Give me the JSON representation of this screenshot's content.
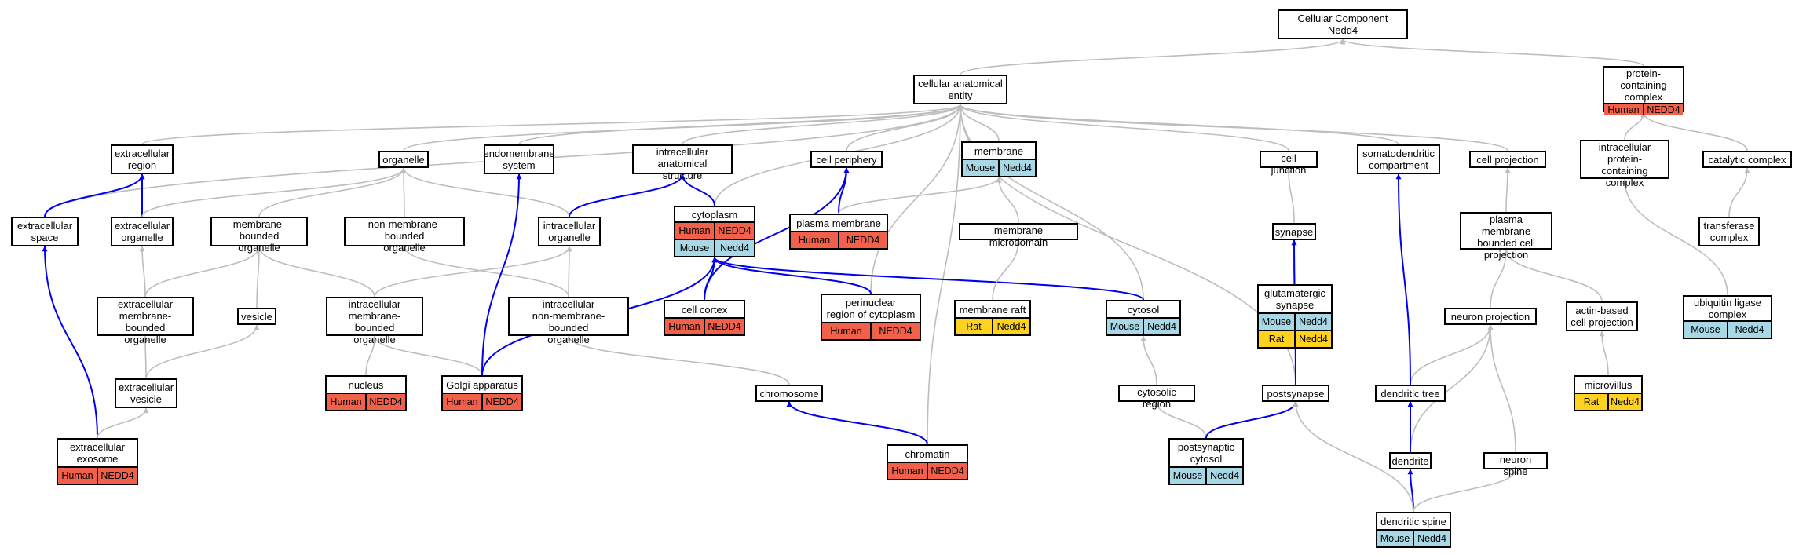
{
  "colors": {
    "is_a_edge": "#bdbdbd",
    "part_of_edge": "#0000ee",
    "human_badge": "#f0604a",
    "mouse_badge": "#a8d8e6",
    "rat_badge": "#ffd21f"
  },
  "nodes": [
    {
      "id": "root",
      "lines": [
        "Cellular Component",
        "Nedd4"
      ]
    },
    {
      "id": "cae",
      "lines": [
        "cellular anatomical",
        "entity"
      ]
    },
    {
      "id": "pcc",
      "lines": [
        "protein-containing",
        "complex"
      ],
      "badges": [
        {
          "sp": "human",
          "label": "Human"
        },
        {
          "sp": "human",
          "label": "NEDD4"
        }
      ]
    },
    {
      "id": "exreg",
      "lines": [
        "extracellular",
        "region"
      ]
    },
    {
      "id": "organelle",
      "lines": [
        "organelle"
      ]
    },
    {
      "id": "endomem",
      "lines": [
        "endomembrane",
        "system"
      ]
    },
    {
      "id": "ias",
      "lines": [
        "intracellular",
        "anatomical structure"
      ]
    },
    {
      "id": "cellper",
      "lines": [
        "cell periphery"
      ]
    },
    {
      "id": "membrane",
      "lines": [
        "membrane"
      ],
      "badges": [
        {
          "sp": "mouse",
          "label": "Mouse"
        },
        {
          "sp": "mouse",
          "label": "Nedd4"
        }
      ]
    },
    {
      "id": "celljunc",
      "lines": [
        "cell junction"
      ]
    },
    {
      "id": "somato",
      "lines": [
        "somatodendritic",
        "compartment"
      ]
    },
    {
      "id": "cellproj",
      "lines": [
        "cell projection"
      ]
    },
    {
      "id": "ipcc",
      "lines": [
        "intracellular",
        "protein-containing",
        "complex"
      ]
    },
    {
      "id": "catcomp",
      "lines": [
        "catalytic complex"
      ]
    },
    {
      "id": "exspace",
      "lines": [
        "extracellular",
        "space"
      ]
    },
    {
      "id": "exorg",
      "lines": [
        "extracellular",
        "organelle"
      ]
    },
    {
      "id": "mbo",
      "lines": [
        "membrane-bounded",
        "organelle"
      ]
    },
    {
      "id": "nmbo",
      "lines": [
        "non-membrane-bounded",
        "organelle"
      ]
    },
    {
      "id": "intorg",
      "lines": [
        "intracellular",
        "organelle"
      ]
    },
    {
      "id": "cytoplasm",
      "lines": [
        "cytoplasm"
      ],
      "badges": [
        {
          "sp": "human",
          "label": "Human"
        },
        {
          "sp": "human",
          "label": "NEDD4"
        }
      ],
      "badges2": [
        {
          "sp": "mouse",
          "label": "Mouse"
        },
        {
          "sp": "mouse",
          "label": "Nedd4"
        }
      ]
    },
    {
      "id": "plasmamem",
      "lines": [
        "plasma membrane"
      ],
      "badges": [
        {
          "sp": "human",
          "label": "Human"
        },
        {
          "sp": "human",
          "label": "NEDD4"
        }
      ]
    },
    {
      "id": "memmicro",
      "lines": [
        "membrane microdomain"
      ]
    },
    {
      "id": "synapse",
      "lines": [
        "synapse"
      ]
    },
    {
      "id": "pmbcp",
      "lines": [
        "plasma membrane",
        "bounded cell",
        "projection"
      ]
    },
    {
      "id": "transf",
      "lines": [
        "transferase",
        "complex"
      ]
    },
    {
      "id": "exmbo",
      "lines": [
        "extracellular",
        "membrane-bounded",
        "organelle"
      ]
    },
    {
      "id": "vesicle",
      "lines": [
        "vesicle"
      ]
    },
    {
      "id": "imbo",
      "lines": [
        "intracellular",
        "membrane-bounded",
        "organelle"
      ]
    },
    {
      "id": "inmbo",
      "lines": [
        "intracellular",
        "non-membrane-bounded",
        "organelle"
      ]
    },
    {
      "id": "cortex",
      "lines": [
        "cell cortex"
      ],
      "badges": [
        {
          "sp": "human",
          "label": "Human"
        },
        {
          "sp": "human",
          "label": "NEDD4"
        }
      ]
    },
    {
      "id": "perinuc",
      "lines": [
        "perinuclear",
        "region of cytoplasm"
      ],
      "badges": [
        {
          "sp": "human",
          "label": "Human"
        },
        {
          "sp": "human",
          "label": "NEDD4"
        }
      ]
    },
    {
      "id": "memraft",
      "lines": [
        "membrane raft"
      ],
      "badges": [
        {
          "sp": "rat",
          "label": "Rat"
        },
        {
          "sp": "rat",
          "label": "Nedd4"
        }
      ]
    },
    {
      "id": "cytosol",
      "lines": [
        "cytosol"
      ],
      "badges": [
        {
          "sp": "mouse",
          "label": "Mouse"
        },
        {
          "sp": "mouse",
          "label": "Nedd4"
        }
      ]
    },
    {
      "id": "glut",
      "lines": [
        "glutamatergic",
        "synapse"
      ],
      "badges": [
        {
          "sp": "mouse",
          "label": "Mouse"
        },
        {
          "sp": "mouse",
          "label": "Nedd4"
        }
      ],
      "badges2": [
        {
          "sp": "rat",
          "label": "Rat"
        },
        {
          "sp": "rat",
          "label": "Nedd4"
        }
      ]
    },
    {
      "id": "neuproj",
      "lines": [
        "neuron projection"
      ]
    },
    {
      "id": "actin",
      "lines": [
        "actin-based",
        "cell projection"
      ]
    },
    {
      "id": "ubiq",
      "lines": [
        "ubiquitin ligase",
        "complex"
      ],
      "badges": [
        {
          "sp": "mouse",
          "label": "Mouse"
        },
        {
          "sp": "mouse",
          "label": "Nedd4"
        }
      ]
    },
    {
      "id": "exves",
      "lines": [
        "extracellular",
        "vesicle"
      ]
    },
    {
      "id": "nucleus",
      "lines": [
        "nucleus"
      ],
      "badges": [
        {
          "sp": "human",
          "label": "Human"
        },
        {
          "sp": "human",
          "label": "NEDD4"
        }
      ]
    },
    {
      "id": "golgi",
      "lines": [
        "Golgi apparatus"
      ],
      "badges": [
        {
          "sp": "human",
          "label": "Human"
        },
        {
          "sp": "human",
          "label": "NEDD4"
        }
      ]
    },
    {
      "id": "chromosome",
      "lines": [
        "chromosome"
      ]
    },
    {
      "id": "cytreg",
      "lines": [
        "cytosolic region"
      ]
    },
    {
      "id": "postsyn",
      "lines": [
        "postsynapse"
      ]
    },
    {
      "id": "dendtree",
      "lines": [
        "dendritic tree"
      ]
    },
    {
      "id": "microv",
      "lines": [
        "microvillus"
      ],
      "badges": [
        {
          "sp": "rat",
          "label": "Rat"
        },
        {
          "sp": "rat",
          "label": "Nedd4"
        }
      ]
    },
    {
      "id": "exo",
      "lines": [
        "extracellular",
        "exosome"
      ],
      "badges": [
        {
          "sp": "human",
          "label": "Human"
        },
        {
          "sp": "human",
          "label": "NEDD4"
        }
      ]
    },
    {
      "id": "chromatin",
      "lines": [
        "chromatin"
      ],
      "badges": [
        {
          "sp": "human",
          "label": "Human"
        },
        {
          "sp": "human",
          "label": "NEDD4"
        }
      ]
    },
    {
      "id": "pscyt",
      "lines": [
        "postsynaptic",
        "cytosol"
      ],
      "badges": [
        {
          "sp": "mouse",
          "label": "Mouse"
        },
        {
          "sp": "mouse",
          "label": "Nedd4"
        }
      ]
    },
    {
      "id": "dendrite",
      "lines": [
        "dendrite"
      ]
    },
    {
      "id": "neuspine",
      "lines": [
        "neuron spine"
      ]
    },
    {
      "id": "dendspine",
      "lines": [
        "dendritic spine"
      ],
      "badges": [
        {
          "sp": "mouse",
          "label": "Mouse"
        },
        {
          "sp": "mouse",
          "label": "Nedd4"
        }
      ]
    }
  ],
  "edges": [
    {
      "from": "cae",
      "to": "root",
      "kind": "is_a"
    },
    {
      "from": "pcc",
      "to": "root",
      "kind": "is_a"
    },
    {
      "from": "exreg",
      "to": "cae",
      "kind": "is_a"
    },
    {
      "from": "organelle",
      "to": "cae",
      "kind": "is_a"
    },
    {
      "from": "endomem",
      "to": "cae",
      "kind": "is_a"
    },
    {
      "from": "ias",
      "to": "cae",
      "kind": "is_a"
    },
    {
      "from": "cellper",
      "to": "cae",
      "kind": "is_a"
    },
    {
      "from": "membrane",
      "to": "cae",
      "kind": "is_a"
    },
    {
      "from": "celljunc",
      "to": "cae",
      "kind": "is_a"
    },
    {
      "from": "somato",
      "to": "cae",
      "kind": "is_a"
    },
    {
      "from": "cellproj",
      "to": "cae",
      "kind": "is_a"
    },
    {
      "from": "exspace",
      "to": "cae",
      "kind": "is_a"
    },
    {
      "from": "cytoplasm",
      "to": "cae",
      "kind": "is_a"
    },
    {
      "from": "perinuc",
      "to": "cae",
      "kind": "is_a"
    },
    {
      "from": "chromatin",
      "to": "cae",
      "kind": "is_a"
    },
    {
      "from": "cytosol",
      "to": "cae",
      "kind": "is_a"
    },
    {
      "from": "postsyn",
      "to": "cae",
      "kind": "is_a"
    },
    {
      "from": "ipcc",
      "to": "pcc",
      "kind": "is_a"
    },
    {
      "from": "catcomp",
      "to": "pcc",
      "kind": "is_a"
    },
    {
      "from": "exspace",
      "to": "exreg",
      "kind": "part_of"
    },
    {
      "from": "exorg",
      "to": "exreg",
      "kind": "part_of"
    },
    {
      "from": "exorg",
      "to": "organelle",
      "kind": "is_a"
    },
    {
      "from": "mbo",
      "to": "organelle",
      "kind": "is_a"
    },
    {
      "from": "nmbo",
      "to": "organelle",
      "kind": "is_a"
    },
    {
      "from": "intorg",
      "to": "organelle",
      "kind": "is_a"
    },
    {
      "from": "intorg",
      "to": "ias",
      "kind": "part_of"
    },
    {
      "from": "cytoplasm",
      "to": "ias",
      "kind": "part_of"
    },
    {
      "from": "cortex",
      "to": "cellper",
      "kind": "part_of"
    },
    {
      "from": "plasmamem",
      "to": "cellper",
      "kind": "part_of"
    },
    {
      "from": "plasmamem",
      "to": "membrane",
      "kind": "is_a"
    },
    {
      "from": "memmicro",
      "to": "membrane",
      "kind": "is_a"
    },
    {
      "from": "synapse",
      "to": "celljunc",
      "kind": "is_a"
    },
    {
      "from": "pmbcp",
      "to": "cellproj",
      "kind": "is_a"
    },
    {
      "from": "ubiq",
      "to": "ipcc",
      "kind": "is_a"
    },
    {
      "from": "transf",
      "to": "catcomp",
      "kind": "is_a"
    },
    {
      "from": "exo",
      "to": "exspace",
      "kind": "part_of"
    },
    {
      "from": "exmbo",
      "to": "exorg",
      "kind": "is_a"
    },
    {
      "from": "exmbo",
      "to": "mbo",
      "kind": "is_a"
    },
    {
      "from": "vesicle",
      "to": "mbo",
      "kind": "is_a"
    },
    {
      "from": "imbo",
      "to": "mbo",
      "kind": "is_a"
    },
    {
      "from": "inmbo",
      "to": "nmbo",
      "kind": "is_a"
    },
    {
      "from": "imbo",
      "to": "intorg",
      "kind": "is_a"
    },
    {
      "from": "inmbo",
      "to": "intorg",
      "kind": "is_a"
    },
    {
      "from": "cortex",
      "to": "cytoplasm",
      "kind": "part_of"
    },
    {
      "from": "perinuc",
      "to": "cytoplasm",
      "kind": "part_of"
    },
    {
      "from": "cytosol",
      "to": "cytoplasm",
      "kind": "part_of"
    },
    {
      "from": "golgi",
      "to": "cytoplasm",
      "kind": "part_of"
    },
    {
      "from": "memraft",
      "to": "memmicro",
      "kind": "is_a"
    },
    {
      "from": "glut",
      "to": "synapse",
      "kind": "is_a"
    },
    {
      "from": "postsyn",
      "to": "synapse",
      "kind": "part_of"
    },
    {
      "from": "neuproj",
      "to": "pmbcp",
      "kind": "is_a"
    },
    {
      "from": "actin",
      "to": "pmbcp",
      "kind": "is_a"
    },
    {
      "from": "exves",
      "to": "exmbo",
      "kind": "is_a"
    },
    {
      "from": "exves",
      "to": "vesicle",
      "kind": "is_a"
    },
    {
      "from": "nucleus",
      "to": "imbo",
      "kind": "is_a"
    },
    {
      "from": "golgi",
      "to": "imbo",
      "kind": "is_a"
    },
    {
      "from": "golgi",
      "to": "endomem",
      "kind": "part_of"
    },
    {
      "from": "chromosome",
      "to": "inmbo",
      "kind": "is_a"
    },
    {
      "from": "cytreg",
      "to": "cytosol",
      "kind": "is_a"
    },
    {
      "from": "dendtree",
      "to": "neuproj",
      "kind": "is_a"
    },
    {
      "from": "neuspine",
      "to": "neuproj",
      "kind": "is_a"
    },
    {
      "from": "dendrite",
      "to": "neuproj",
      "kind": "is_a"
    },
    {
      "from": "dendtree",
      "to": "somato",
      "kind": "part_of"
    },
    {
      "from": "microv",
      "to": "actin",
      "kind": "is_a"
    },
    {
      "from": "exo",
      "to": "exves",
      "kind": "is_a"
    },
    {
      "from": "chromatin",
      "to": "chromosome",
      "kind": "part_of"
    },
    {
      "from": "pscyt",
      "to": "cytreg",
      "kind": "is_a"
    },
    {
      "from": "pscyt",
      "to": "postsyn",
      "kind": "part_of"
    },
    {
      "from": "dendrite",
      "to": "dendtree",
      "kind": "part_of"
    },
    {
      "from": "dendspine",
      "to": "dendrite",
      "kind": "part_of"
    },
    {
      "from": "dendspine",
      "to": "neuspine",
      "kind": "is_a"
    },
    {
      "from": "dendspine",
      "to": "postsyn",
      "kind": "is_a"
    }
  ]
}
